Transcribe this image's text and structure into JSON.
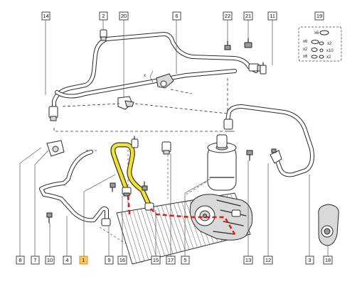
{
  "callouts": {
    "top": [
      "14",
      "2",
      "20",
      "6",
      "22",
      "21",
      "11",
      "19"
    ],
    "bottom": [
      "8",
      "7",
      "10",
      "4",
      "1",
      "9",
      "16",
      "15",
      "17",
      "5",
      "13",
      "12",
      "3",
      "18"
    ],
    "highlighted": "1"
  },
  "marker_x": "x",
  "kit": {
    "x6": "x6",
    "x2a": "x2",
    "x10": "x10",
    "x2b": "x2",
    "x6b": "x6",
    "x6c": "x6",
    "x2c": "x2"
  },
  "colors": {
    "highlight_pipe": "#f2e13a",
    "highlight_label": "#f9c95a",
    "dash_path": "#d6211c"
  }
}
